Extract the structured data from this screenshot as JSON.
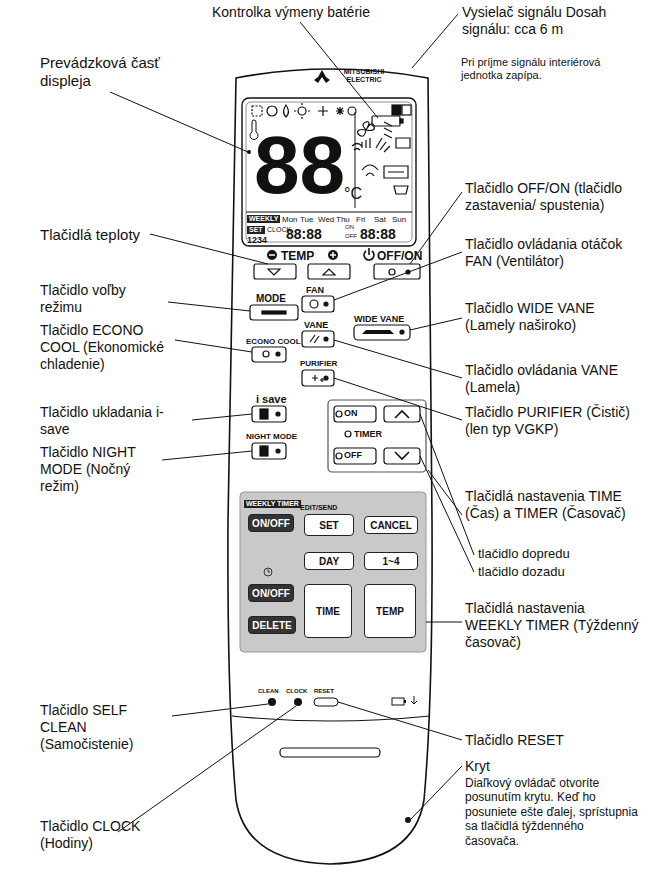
{
  "diagram": {
    "nodes": [
      {
        "text": [
          "ON/OFF"
        ]
      },
      {
        "text": [
          "SET"
        ]
      },
      {
        "text": [
          "CANCEL"
        ]
      },
      {
        "text": [
          "DAY"
        ]
      },
      {
        "text": [
          "1~4"
        ]
      },
      {
        "text": [
          "ON/OFF"
        ]
      },
      {
        "text": [
          "DELETE"
        ]
      },
      {
        "text": [
          "TIME"
        ]
      },
      {
        "text": [
          "TEMP"
        ]
      }
    ],
    "labels": [
      "Kontrolka výmeny batérie",
      "Vysielač signálu Dosah signálu: cca 6 m",
      "Pri príjme signálu interiérová jednotka zapípa.",
      "Prevádzková časť displeja",
      "Tlačidlá teploty",
      "Tlačidlo OFF/ON (tlačidlo zastavenia/ spustenia)",
      "Tlačidlo ovládania otáčok FAN (Ventilátor)",
      "Tlačidlo voľby režimu",
      "Tlačidlo WIDE VANE (Lamely naširoko)",
      "Tlačidlo ECONO COOL (Ekonomické chladenie)",
      "Tlačidlo ovládania VANE (Lamela)",
      "Tlačidlo PURIFIER (Čistič) (len typ VGKP)",
      "Tlačidlo ukladania i-save",
      "Tlačidlo NIGHT MODE (Nočný režim)",
      "Tlačidlá nastavenia TIME (Čas) a TIMER (Časovač)",
      "tlačidlo dopredu",
      "tlačidlo dozadu",
      "Tlačidlá nastavenia WEEKLY TIMER (Týždenný časovač)",
      "Tlačidlo SELF CLEAN (Samočistenie)",
      "Tlačidlo RESET",
      "Kryt",
      "Diaľkový ovládač otvoríte posunutím krytu. Keď ho posuniete ešte ďalej, sprístupnia sa tlačidlá týždenného časovača.",
      "Tlačidlo CLOCK (Hodiny)",
      "MITSUBISHI ELECTRIC",
      "88",
      "°C",
      "WEEKLY",
      "Mon",
      "Tue",
      "Wed",
      "Thu",
      "Fri",
      "Sat",
      "Sun",
      "SET",
      "CLOCK",
      "ON",
      "OFF",
      "1234",
      "88:88",
      "88:88",
      "TEMP",
      "OFF/ON",
      "MODE",
      "FAN",
      "ECONO COOL",
      "VANE",
      "WIDE VANE",
      "PURIFIER",
      "i save",
      "NIGHT MODE",
      "ON",
      "TIMER",
      "OFF",
      "WEEKLY TIMER",
      "EDIT/SEND",
      "CLEAN",
      "CLOCK",
      "RESET"
    ]
  }
}
